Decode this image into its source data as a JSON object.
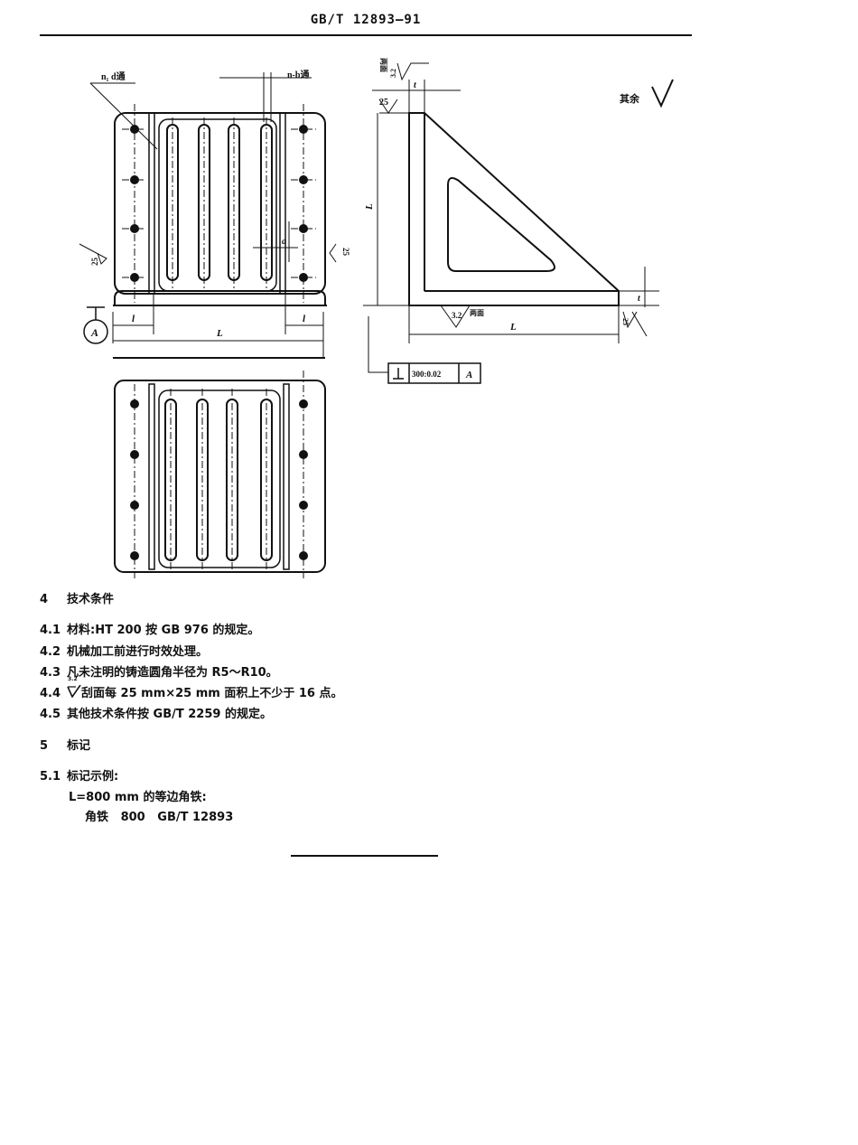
{
  "header": {
    "title": "GB/T 12893—91"
  },
  "drawing": {
    "labels": {
      "holes": "n₁ d通",
      "slots": "n-b通",
      "l_left": "l",
      "l_right": "l",
      "L_front": "L",
      "a_dim": "a",
      "datum": "A",
      "rough25_left": "25",
      "rough25_right": "25",
      "side_L_vertical": "L",
      "side_L_horizontal": "L",
      "side_t_top": "t",
      "side_t_right": "t",
      "rough32_top": "3.2",
      "rough25_side": "25",
      "rough32_bottom": "3.2",
      "rough25_bottom": "25",
      "both_sides_top": "两面",
      "both_sides_bottom": "两面",
      "remainder": "其余",
      "tol_value": "300:0.02",
      "tol_datum": "A"
    }
  },
  "sections": [
    {
      "number": "4",
      "title": "技术条件",
      "items": [
        {
          "number": "4.1",
          "text": "材料:HT 200 按 GB 976 的规定。"
        },
        {
          "number": "4.2",
          "text": "机械加工前进行时效处理。"
        },
        {
          "number": "4.3",
          "text": "凡未注明的铸造圆角半径为 R5～R10。"
        },
        {
          "number": "4.4",
          "symbol": "3.2",
          "text": "刮面每 25 mm×25 mm 面积上不少于 16 点。"
        },
        {
          "number": "4.5",
          "text": "其他技术条件按 GB/T 2259 的规定。"
        }
      ]
    },
    {
      "number": "5",
      "title": "标记",
      "items": [
        {
          "number": "5.1",
          "text": "标记示例:"
        }
      ],
      "example_line1": "L=800 mm 的等边角铁:",
      "example_line2": "角铁   800   GB/T 12893"
    }
  ]
}
